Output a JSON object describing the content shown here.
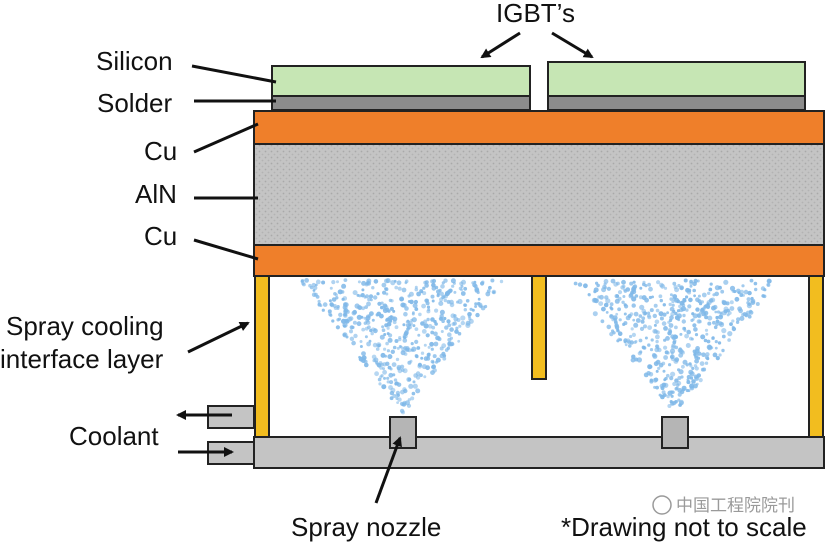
{
  "labels": {
    "igbts": "IGBT’s",
    "silicon": "Silicon",
    "solder": "Solder",
    "cu_top": "Cu",
    "aln": "AlN",
    "cu_bottom": "Cu",
    "spray_cooling_line1": "Spray cooling",
    "spray_cooling_line2": "interface layer",
    "coolant": "Coolant",
    "spray_nozzle": "Spray nozzle",
    "note": "*Drawing not to scale"
  },
  "watermark": "中国工程院院刊",
  "colors": {
    "silicon": "#c6e6b4",
    "solder": "#8c8c8c",
    "copper": "#ef7f2a",
    "aln": "#c2c2c2",
    "post": "#f2bd1f",
    "base": "#c4c4c4",
    "spray": "#7fb8e8"
  }
}
